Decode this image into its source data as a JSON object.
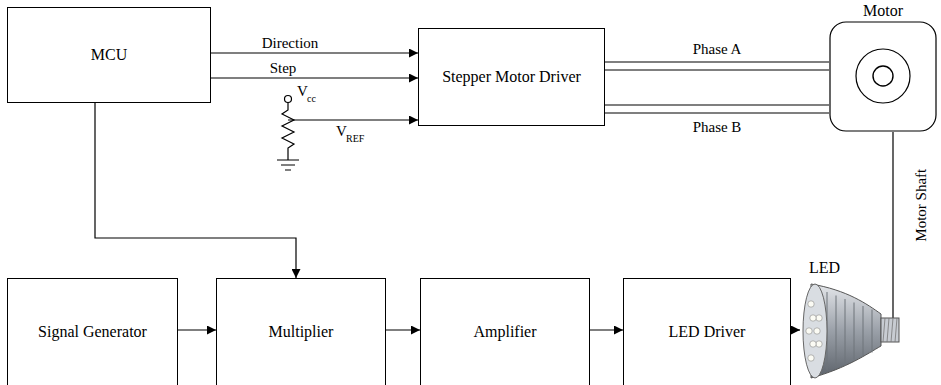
{
  "diagram": {
    "nodes": [
      {
        "text": [
          "MCU"
        ]
      },
      {
        "text": [
          "Stepper Motor Driver"
        ]
      },
      {
        "text": [
          "Motor"
        ]
      },
      {
        "text": [
          "Signal Generator"
        ]
      },
      {
        "text": [
          "Multiplier"
        ]
      },
      {
        "text": [
          "Amplifier"
        ]
      },
      {
        "text": [
          "LED Driver"
        ]
      },
      {
        "text": [
          "LED"
        ]
      }
    ],
    "edges": [
      {
        "from": 0,
        "to": 1,
        "label": "Direction",
        "arrow": "to"
      },
      {
        "from": 0,
        "to": 1,
        "label": "Step",
        "arrow": "to"
      },
      {
        "from": 0,
        "to": 4,
        "arrow": "to"
      },
      {
        "from": 1,
        "to": 2,
        "label": "Phase A",
        "arrow": "none"
      },
      {
        "from": 1,
        "to": 2,
        "label": "Phase B",
        "arrow": "none"
      },
      {
        "from": 3,
        "to": 4,
        "arrow": "to"
      },
      {
        "from": 4,
        "to": 5,
        "arrow": "to"
      },
      {
        "from": 5,
        "to": 6,
        "arrow": "to"
      },
      {
        "from": 6,
        "to": 7,
        "arrow": "to"
      },
      {
        "from": 2,
        "to": 7,
        "label": "Motor Shaft",
        "arrow": "none"
      }
    ],
    "labels": [
      "V",
      "cc",
      "V",
      "REF"
    ]
  }
}
